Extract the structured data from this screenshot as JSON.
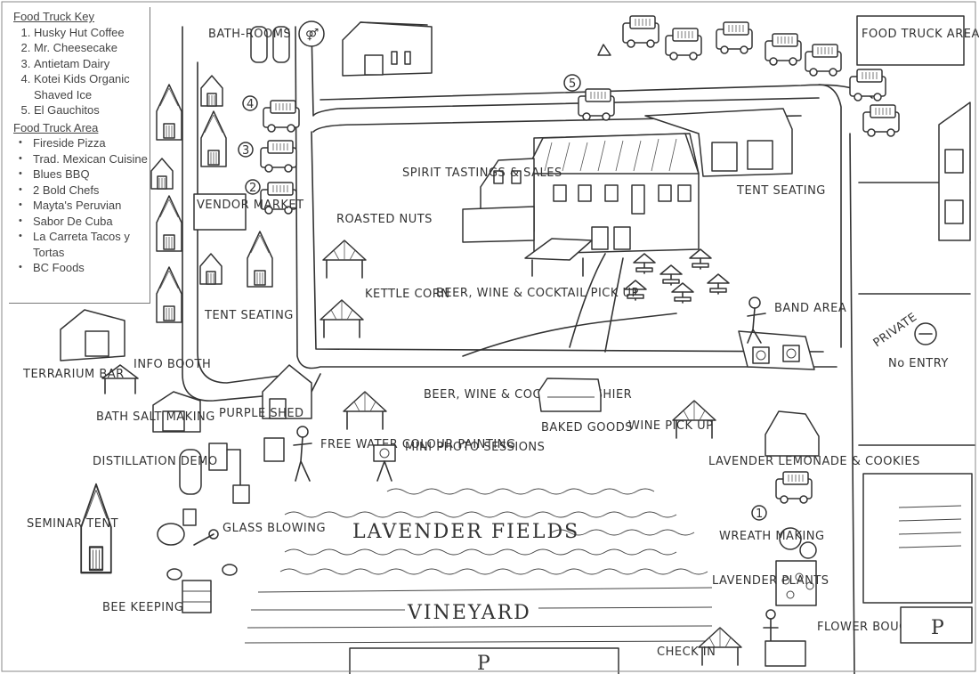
{
  "key": {
    "food_truck_key_title": "Food Truck Key",
    "food_trucks": [
      "Husky Hut Coffee",
      "Mr. Cheesecake",
      "Antietam Dairy",
      "Kotei Kids Organic Shaved Ice",
      "El Gauchitos"
    ],
    "food_truck_area_title": "Food Truck Area",
    "area_vendors": [
      "Fireside Pizza",
      "Trad. Mexican Cuisine",
      "Blues BBQ",
      "2 Bold Chefs",
      "Mayta's Peruvian",
      "Sabor De Cuba",
      "La Carreta Tacos y Tortas",
      "BC Foods"
    ]
  },
  "labels": {
    "bathrooms": "BATH-ROOMS",
    "vendor_market": "VENDOR MARKET",
    "tent_seating_left": "TENT SEATING",
    "food_truck_area": "FOOD TRUCK AREA",
    "spirit_tastings": "SPIRIT TASTINGS & SALES",
    "tent_seating_right": "TENT SEATING",
    "roasted_nuts": "ROASTED NUTS",
    "kettle_corn": "KETTLE CORN",
    "beer_wine_pickup": "BEER, WINE & COCKTAIL PICK UP",
    "band_area": "BAND AREA",
    "private": "PRIVATE",
    "no_entry": "No ENTRY",
    "terrarium_bar": "TERRARIUM BAR",
    "info_booth": "INFO BOOTH",
    "bath_salt": "BATH SALT MAKING",
    "purple_shed": "PURPLE SHED",
    "beer_wine_cashier": "BEER, WINE & COCKTAIL CASHIER",
    "baked_goods": "BAKED GOODS",
    "wine_pickup": "WINE PICK UP",
    "lavender_lemonade": "LAVENDER LEMONADE & COOKIES",
    "distillation_demo": "DISTILLATION DEMO",
    "free_watercolour": "FREE WATER COLOUR PAINTING",
    "mini_photo": "MINI PHOTO SESSIONS",
    "lavender_fields": "LAVENDER FIELDS",
    "seminar_tent": "SEMINAR TENT",
    "glass_blowing": "GLASS BLOWING",
    "wreath_making": "WREATH MAKING",
    "lavender_plants": "LAVENDER PLANTS",
    "vineyard": "VINEYARD",
    "bee_keeping": "BEE KEEPING",
    "check_in": "CHECK IN",
    "flower_bouquet": "FLOWER BOUQUET BAR",
    "parking": "P",
    "truck_num_1": "1",
    "truck_num_2": "2",
    "truck_num_3": "3",
    "truck_num_4": "4",
    "truck_num_5": "5"
  },
  "colors": {
    "ink": "#333333",
    "paper": "#ffffff"
  }
}
